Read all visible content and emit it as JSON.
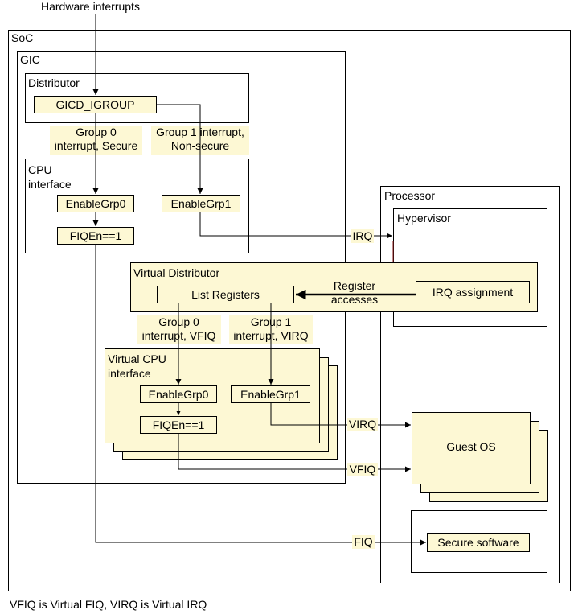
{
  "top_label": "Hardware interrupts",
  "soc": "SoC",
  "gic": "GIC",
  "distributor": "Distributor",
  "gicd_igroup": "GICD_IGROUP",
  "group0_secure": [
    "Group 0",
    "interrupt, Secure"
  ],
  "group1_nonsecure": [
    "Group 1 interrupt,",
    "Non-secure"
  ],
  "cpu_interface": [
    "CPU",
    "interface"
  ],
  "enable_grp0": "EnableGrp0",
  "enable_grp1": "EnableGrp1",
  "fiqen": "FIQEn==1",
  "processor": "Processor",
  "hypervisor": "Hypervisor",
  "irq": "IRQ",
  "virtual_distributor": "Virtual Distributor",
  "list_registers": "List Registers",
  "register_accesses": [
    "Register",
    "accesses"
  ],
  "irq_assignment": "IRQ assignment",
  "group0_vfiq": [
    "Group 0",
    "interrupt, VFIQ"
  ],
  "group1_virq": [
    "Group 1",
    "interrupt, VIRQ"
  ],
  "virtual_cpu_interface": [
    "Virtual CPU",
    "interface"
  ],
  "v_enable_grp0": "EnableGrp0",
  "v_enable_grp1": "EnableGrp1",
  "v_fiqen": "FIQEn==1",
  "virq": "VIRQ",
  "vfiq": "VFIQ",
  "guest_os": "Guest OS",
  "fiq": "FIQ",
  "secure_software": "Secure software",
  "footnote": "VFIQ is Virtual FIQ, VIRQ is Virtual IRQ"
}
